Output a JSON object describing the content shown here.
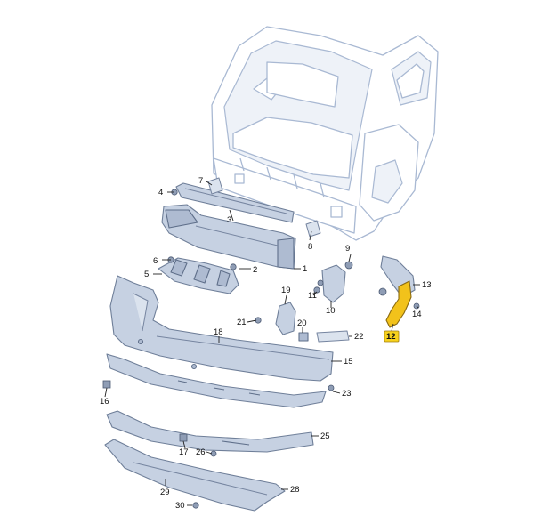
{
  "callouts": [
    {
      "num": "1",
      "name": "callout-1"
    },
    {
      "num": "2",
      "name": "callout-2"
    },
    {
      "num": "3",
      "name": "callout-3"
    },
    {
      "num": "4",
      "name": "callout-4"
    },
    {
      "num": "5",
      "name": "callout-5"
    },
    {
      "num": "6",
      "name": "callout-6"
    },
    {
      "num": "7",
      "name": "callout-7"
    },
    {
      "num": "8",
      "name": "callout-8"
    },
    {
      "num": "9",
      "name": "callout-9"
    },
    {
      "num": "10",
      "name": "callout-10"
    },
    {
      "num": "11",
      "name": "callout-11"
    },
    {
      "num": "12",
      "name": "callout-12"
    },
    {
      "num": "13",
      "name": "callout-13"
    },
    {
      "num": "14",
      "name": "callout-14"
    },
    {
      "num": "15",
      "name": "callout-15"
    },
    {
      "num": "16",
      "name": "callout-16"
    },
    {
      "num": "17",
      "name": "callout-17"
    },
    {
      "num": "18",
      "name": "callout-18"
    },
    {
      "num": "19",
      "name": "callout-19"
    },
    {
      "num": "20",
      "name": "callout-20"
    },
    {
      "num": "21",
      "name": "callout-21"
    },
    {
      "num": "22",
      "name": "callout-22"
    },
    {
      "num": "23",
      "name": "callout-23"
    },
    {
      "num": "25",
      "name": "callout-25"
    },
    {
      "num": "26",
      "name": "callout-26"
    },
    {
      "num": "28",
      "name": "callout-28"
    },
    {
      "num": "29",
      "name": "callout-29"
    },
    {
      "num": "30",
      "name": "callout-30"
    }
  ],
  "highlighted_part": "12",
  "colors": {
    "highlight": "#f2c21b",
    "part": "#c6d1e2",
    "body_outline": "#a9b9d3"
  }
}
